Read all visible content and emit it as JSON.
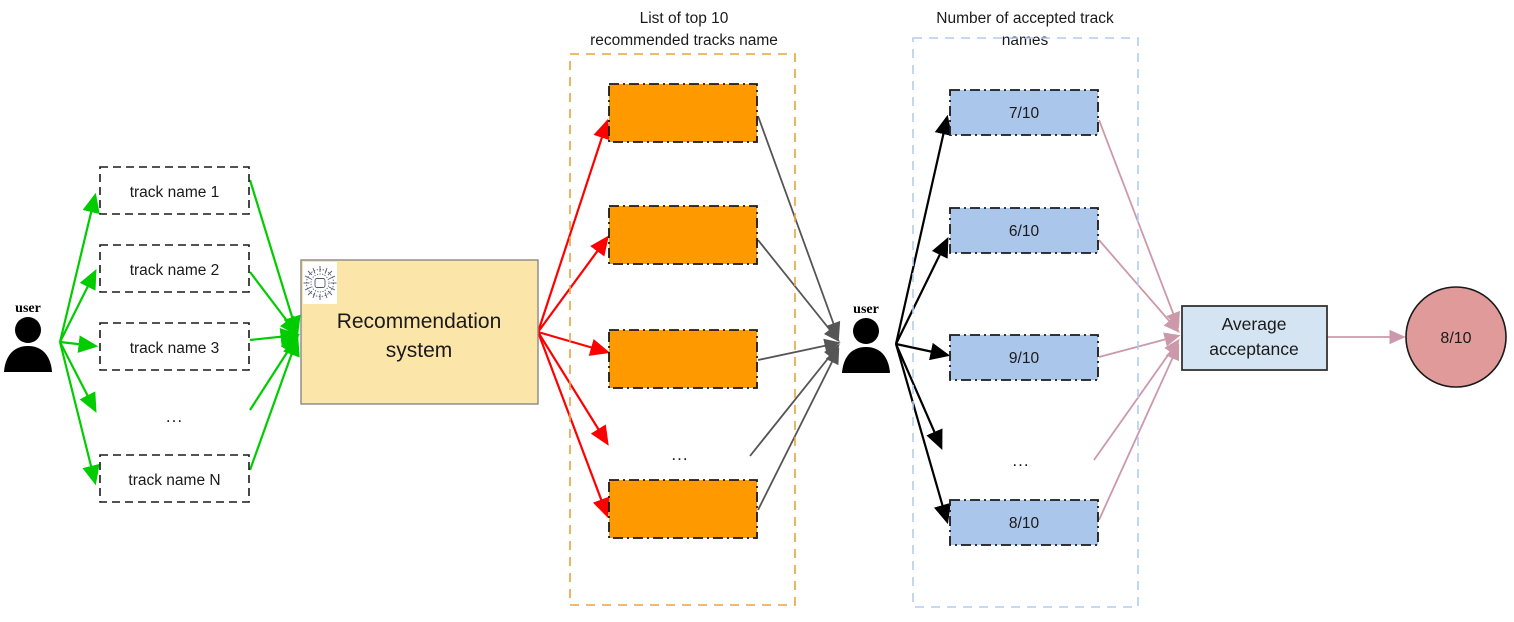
{
  "diagram": {
    "title": "Recommendation system evaluation flow",
    "colors": {
      "green_arrow": "#00cc00",
      "red_arrow": "#ff0000",
      "gray_arrow": "#555555",
      "black_arrow": "#000000",
      "pink_arrow": "#cc99aa",
      "orange_fill": "#ff9900",
      "orange_dash_container": "#e8a33d",
      "blue_fill": "#aac6ea",
      "blue_dash_container": "#b4cdf0",
      "yellow_fill": "#fce5a8",
      "lightblue_fill": "#d4e4f2",
      "red_circle_fill": "#e09a9a",
      "box_stroke": "#333333",
      "text": "#1a1a1a"
    }
  },
  "left_user": {
    "label": "user",
    "icon": "person-icon"
  },
  "track_inputs": {
    "items": [
      {
        "label": "track name 1"
      },
      {
        "label": "track name 2"
      },
      {
        "label": "track name 3"
      },
      {
        "label": "track name N"
      }
    ],
    "ellipsis": "..."
  },
  "recommendation_system": {
    "label_line1": "Recommendation",
    "label_line2": "system",
    "icon": "neural-network-icon"
  },
  "recommended_tracks": {
    "caption_line1": "List of top 10",
    "caption_line2": "recommended tracks name",
    "items": [
      {
        "label": ""
      },
      {
        "label": ""
      },
      {
        "label": ""
      },
      {
        "label": ""
      }
    ],
    "ellipsis": "..."
  },
  "middle_user": {
    "label": "user",
    "icon": "person-icon"
  },
  "accepted_counts": {
    "caption_line1": "Number of accepted track",
    "caption_line2": "names",
    "items": [
      {
        "label": "7/10"
      },
      {
        "label": "6/10"
      },
      {
        "label": "9/10"
      },
      {
        "label": "8/10"
      }
    ],
    "ellipsis": "..."
  },
  "average_acceptance": {
    "label_line1": "Average",
    "label_line2": "acceptance"
  },
  "result": {
    "label": "8/10"
  }
}
